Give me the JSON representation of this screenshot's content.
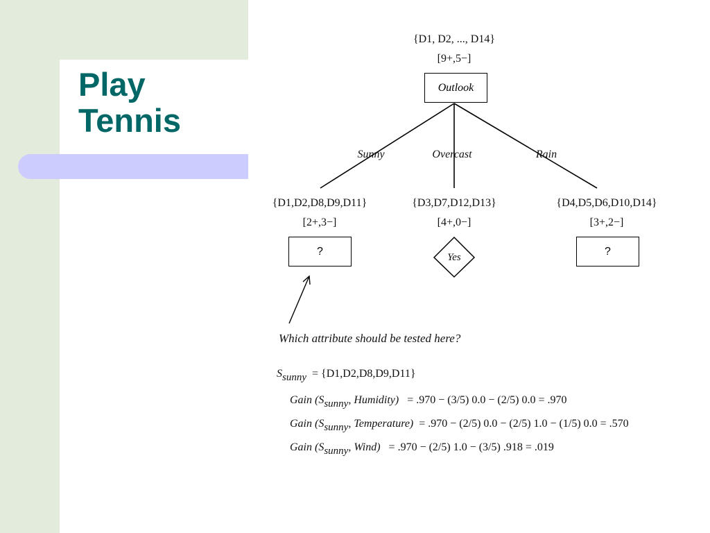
{
  "slide": {
    "title_line1": "Play",
    "title_line2": "Tennis"
  },
  "tree": {
    "root": {
      "set": "{D1, D2, ..., D14}",
      "counts": "[9+,5−]",
      "attribute": "Outlook"
    },
    "branches": [
      {
        "label": "Sunny",
        "set": "{D1,D2,D8,D9,D11}",
        "counts": "[2+,3−]",
        "node": "?"
      },
      {
        "label": "Overcast",
        "set": "{D3,D7,D12,D13}",
        "counts": "[4+,0−]",
        "node": "Yes"
      },
      {
        "label": "Rain",
        "set": "{D4,D5,D6,D10,D14}",
        "counts": "[3+,2−]",
        "node": "?"
      }
    ],
    "question": "Which attribute should be tested here?"
  },
  "formulas": {
    "s_symbol": "S",
    "s_subscript": "sunny",
    "s_value": "= {D1,D2,D8,D9,D11}",
    "gains": [
      {
        "prefix": "Gain (",
        "attr": ", Humidity)",
        "expr": "= .970  −  (3/5) 0.0  −  (2/5) 0.0  =  .970"
      },
      {
        "prefix": "Gain (",
        "attr": ", Temperature)",
        "expr": "=  .970  −  (2/5) 0.0  −  (2/5) 1.0  −  (1/5) 0.0  =  .570"
      },
      {
        "prefix": "Gain (",
        "attr": ", Wind)",
        "expr": "=  .970  −  (2/5) 1.0  −  (3/5) .918  =  .019"
      }
    ]
  }
}
